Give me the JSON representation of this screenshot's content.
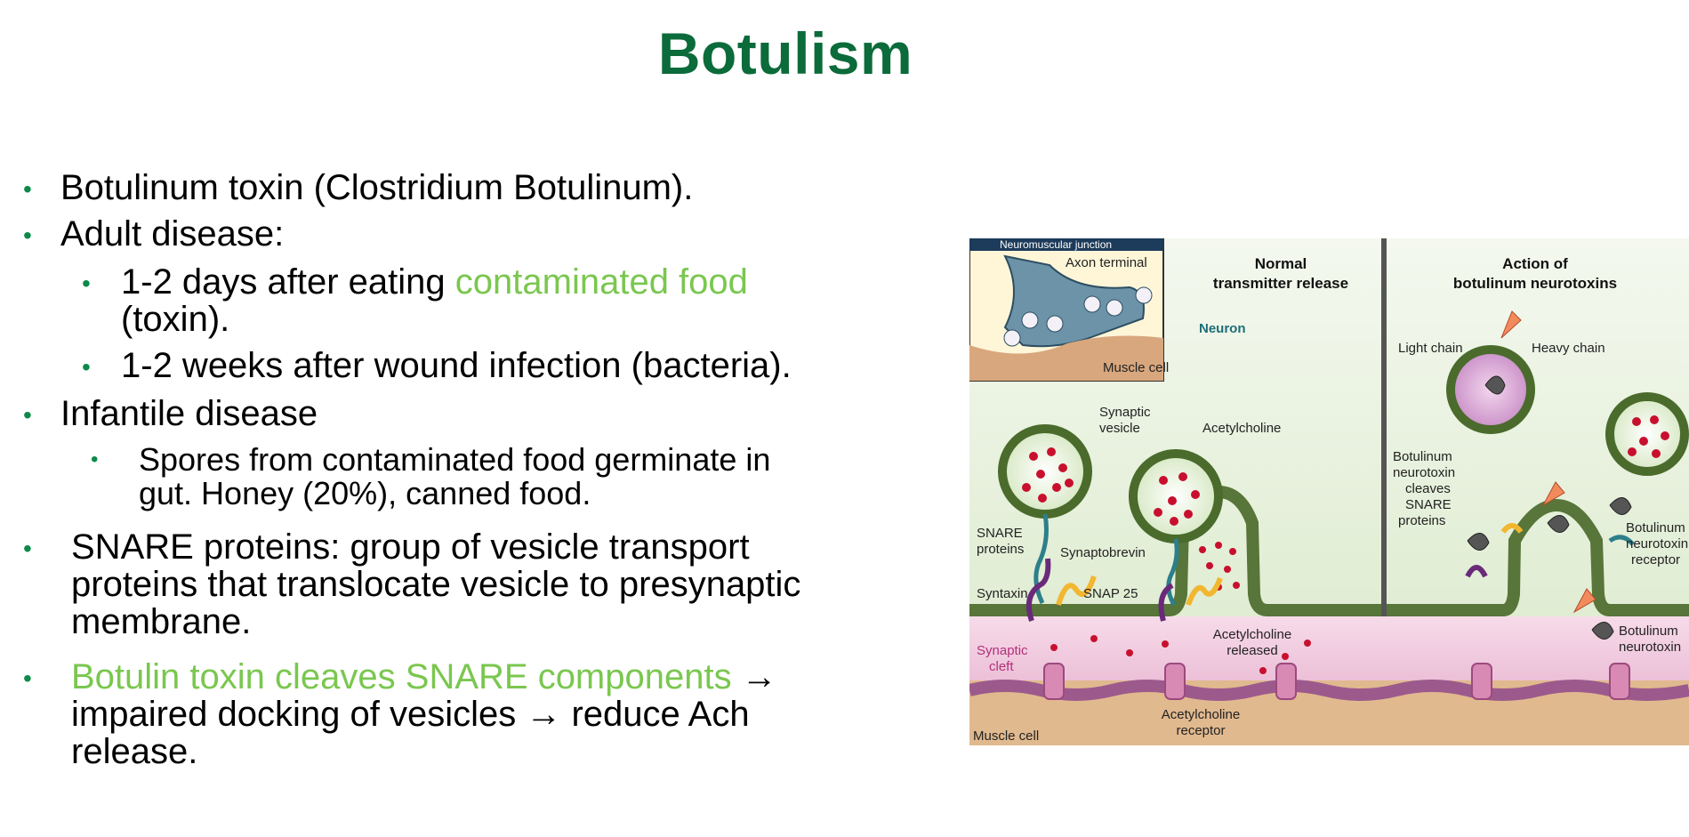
{
  "title": "Botulism",
  "bullets": {
    "b1": "Botulinum toxin (Clostridium Botulinum).",
    "b2": "Adult disease:",
    "b2a_pre": "1-2 days after eating ",
    "b2a_green": "contaminated food",
    "b2a_line2": "(toxin).",
    "b2b": "1-2 weeks after wound infection (bacteria).",
    "b3": "Infantile disease",
    "b3a_line1": "Spores from contaminated food germinate in",
    "b3a_line2": "gut. Honey (20%), canned food.",
    "b4_line1": "SNARE proteins: group of vesicle transport",
    "b4_line2": "proteins that translocate vesicle to presynaptic",
    "b4_line3": "membrane.",
    "b5_green": "Botulin toxin cleaves SNARE components",
    "b5_arrow1": " →",
    "b5_line2a": "impaired docking of vesicles",
    "b5_arrow2": " → ",
    "b5_line2b": "reduce Ach",
    "b5_line3": "release."
  },
  "figure": {
    "inset_title": "Neuromuscular junction",
    "axon_terminal": "Axon terminal",
    "muscle_cell_inset": "Muscle cell",
    "neuron": "Neuron",
    "normal_title_1": "Normal",
    "normal_title_2": "transmitter release",
    "action_title_1": "Action of",
    "action_title_2": "botulinum neurotoxins",
    "synaptic_vesicle_1": "Synaptic",
    "synaptic_vesicle_2": "vesicle",
    "acetylcholine": "Acetylcholine",
    "snare_1": "SNARE",
    "snare_2": "proteins",
    "synaptobrevin": "Synaptobrevin",
    "syntaxin": "Syntaxin",
    "snap25": "SNAP 25",
    "ach_released_1": "Acetylcholine",
    "ach_released_2": "released",
    "synaptic_cleft_1": "Synaptic",
    "synaptic_cleft_2": "cleft",
    "ach_receptor_1": "Acetylcholine",
    "ach_receptor_2": "receptor",
    "muscle_cell": "Muscle cell",
    "light_chain": "Light chain",
    "heavy_chain": "Heavy chain",
    "bont_cleaves_1": "Botulinum",
    "bont_cleaves_2": "neurotoxin",
    "bont_cleaves_3": "cleaves",
    "bont_cleaves_4": "SNARE",
    "bont_cleaves_5": "proteins",
    "bont_receptor_1": "Botulinum",
    "bont_receptor_2": "neurotoxin",
    "bont_receptor_3": "receptor",
    "bont_1": "Botulinum",
    "bont_2": "neurotoxin"
  },
  "colors": {
    "title": "#0b6b3a",
    "bullet": "#0b8a4a",
    "highlight": "#7ac74f"
  }
}
